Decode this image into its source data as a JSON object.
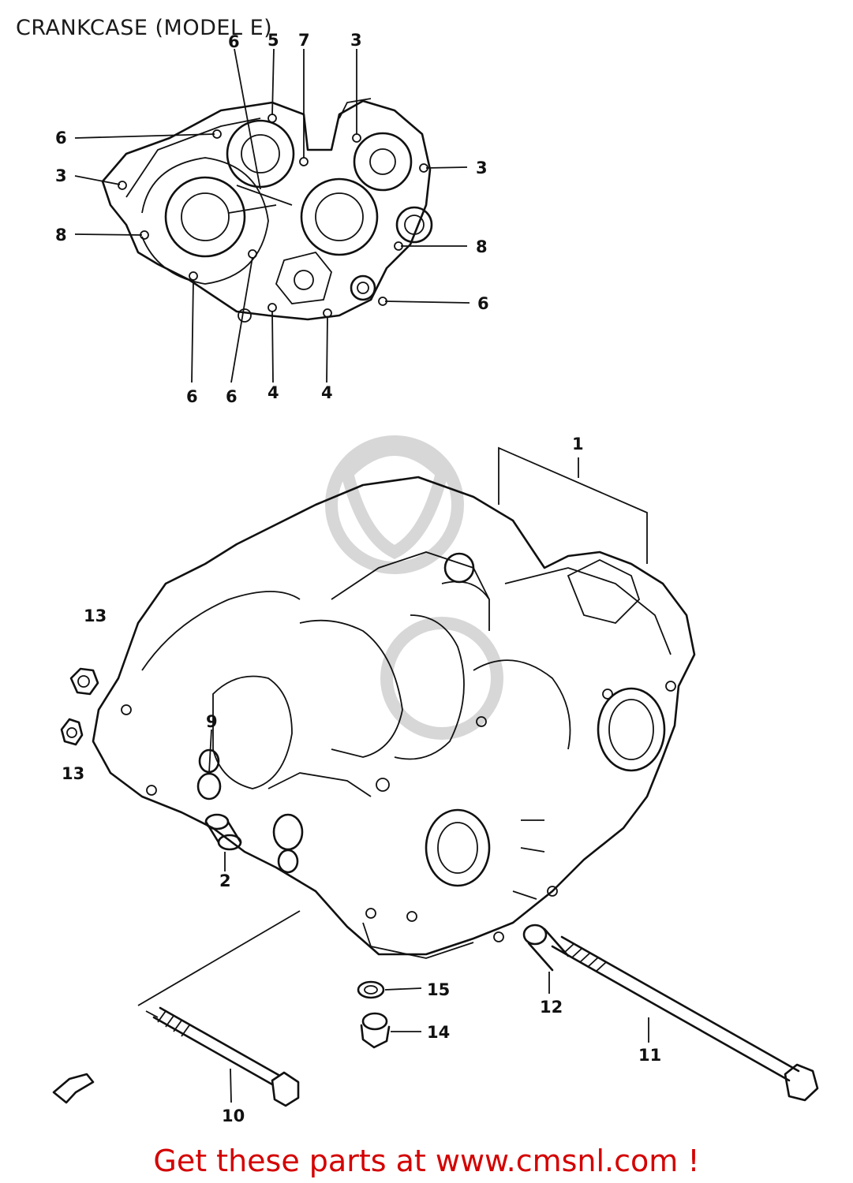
{
  "title": "CRANKCASE (MODEL E)",
  "footer": "Get these parts at www.cmsnl.com !",
  "callouts": {
    "top_5": "5",
    "top_6a": "6",
    "top_7": "7",
    "top_3a": "3",
    "left_6": "6",
    "left_3": "3",
    "right_3": "3",
    "left_8": "8",
    "right_8": "8",
    "right_6": "6",
    "bot_6a": "6",
    "bot_6b": "6",
    "bot_4a": "4",
    "bot_4b": "4",
    "p1": "1",
    "p13": "13",
    "p13b": "13",
    "p9": "9",
    "p2": "2",
    "p15": "15",
    "p14": "14",
    "p12": "12",
    "p11": "11",
    "p10": "10"
  }
}
